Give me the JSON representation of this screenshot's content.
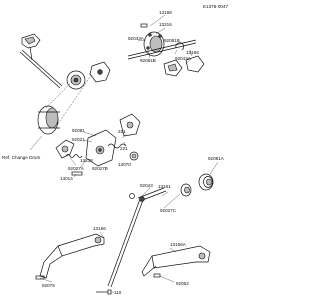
{
  "figure_code": "E1378-0047",
  "ref_note": "Ref. Change Drum",
  "labels": {
    "p13168": "13168",
    "p13216": "13216",
    "p92043a_1": "92043A",
    "p92081b_1": "92081B",
    "p92081b_2": "92081B",
    "p13168_2": "13168",
    "p92043a_2": "92043A",
    "p92081": "92081",
    "p92021": "92021",
    "p221_1": "221",
    "p221_2": "221",
    "p13238": "13238",
    "p92027a_1": "92027A",
    "p92027b": "92027B",
    "p13070": "13070",
    "p14014": "14014",
    "p92081a": "92081A",
    "p13161": "13161",
    "p92043": "92043",
    "p92027c": "92027C",
    "p13156": "13156",
    "p13156a": "13156A",
    "p92075": "92075",
    "p110": "110",
    "p92062": "92062"
  }
}
